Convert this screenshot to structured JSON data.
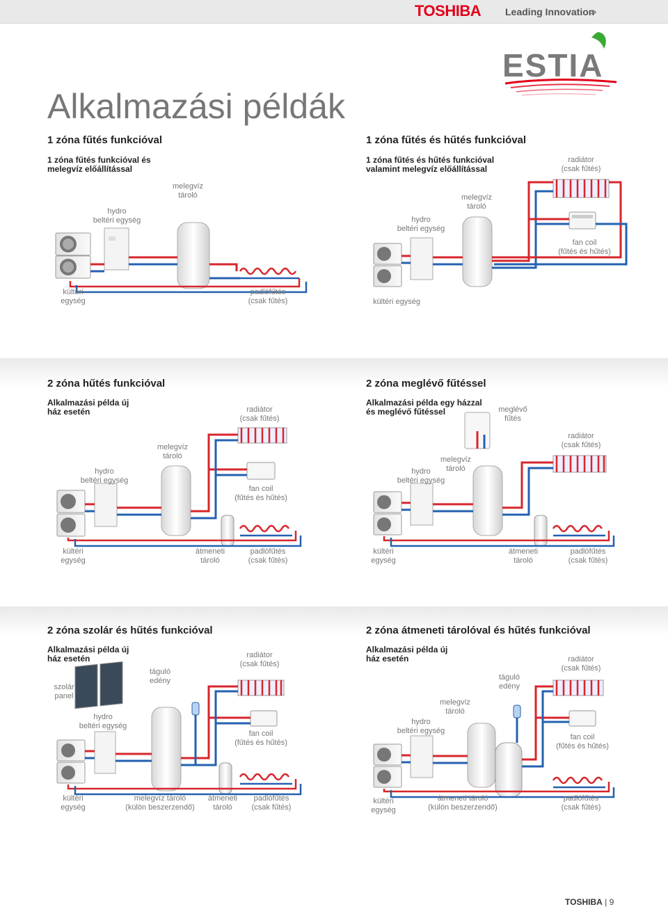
{
  "header": {
    "brand": "TOSHIBA",
    "tagline": "Leading Innovation",
    "chevrons": "»"
  },
  "logo": {
    "text": "ESTIA",
    "leaf_color": "#3aa935",
    "swoosh_color": "#e2001a"
  },
  "page_title": "Alkalmazási példák",
  "colors": {
    "hot_pipe": "#d7262c",
    "cold_pipe": "#2361b0",
    "brand_red": "#e2001a"
  },
  "sections": {
    "s1": {
      "left": {
        "title": "1 zóna fűtés funkcióval",
        "subtitle": "1 zóna fűtés funkcióval és\nmelegvíz előállítással",
        "labels": {
          "hydro": "hydro\nbeltéri egység",
          "tank": "melegvíz\ntároló",
          "outdoor": "kültéri\negység",
          "floor": "padlófűtés\n(csak fűtés)"
        }
      },
      "right": {
        "title": "1 zóna fűtés és hűtés funkcióval",
        "subtitle": "1 zóna fűtés és hűtés funkcióval\nvalamint melegvíz előállítással",
        "labels": {
          "radiator": "radiátor\n(csak fűtés)",
          "tank": "melegvíz\ntároló",
          "hydro": "hydro\nbeltéri egység",
          "fancoil": "fan coil\n(fűtés és hűtés)",
          "outdoor": "kültéri egység"
        }
      }
    },
    "s2": {
      "left": {
        "title": "2 zóna hűtés funkcióval",
        "subtitle": "Alkalmazási példa új\nház esetén",
        "labels": {
          "radiator": "radiátor\n(csak fűtés)",
          "tank": "melegvíz\ntároló",
          "hydro": "hydro\nbeltéri egység",
          "fancoil": "fan coil\n(fűtés és hűtés)",
          "outdoor": "kültéri\negység",
          "buffer": "átmeneti\ntároló",
          "floor": "padlófűtés\n(csak fűtés)"
        }
      },
      "right": {
        "title": "2 zóna meglévő fűtéssel",
        "subtitle": "Alkalmazási példa egy házzal\nés meglévő fűtéssel",
        "labels": {
          "existing": "meglévő\nfűtés",
          "radiator": "radiátor\n(csak fűtés)",
          "tank": "melegvíz\ntároló",
          "hydro": "hydro\nbeltéri egység",
          "outdoor": "kültéri\negység",
          "buffer": "átmeneti\ntároló",
          "floor": "padlófűtés\n(csak fűtés)"
        }
      }
    },
    "s3": {
      "left": {
        "title": "2 zóna szolár és hűtés funkcióval",
        "subtitle": "Alkalmazási példa új\nház esetén",
        "labels": {
          "solar": "szolár\npanel",
          "expansion": "táguló\nedény",
          "radiator": "radiátor\n(csak fűtés)",
          "hydro": "hydro\nbeltéri egység",
          "fancoil": "fan coil\n(fűtés és hűtés)",
          "outdoor": "kültéri\negység",
          "tank": "melegvíz tároló\n(külön beszerzendő)",
          "buffer": "átmeneti\ntároló",
          "floor": "padlófűtés\n(csak fűtés)"
        }
      },
      "right": {
        "title": "2 zóna átmeneti tárolóval és hűtés funkcióval",
        "subtitle": "Alkalmazási példa új\nház esetén",
        "labels": {
          "radiator": "radiátor\n(csak fűtés)",
          "expansion": "táguló\nedény",
          "tank": "melegvíz\ntároló",
          "hydro": "hydro\nbeltéri egység",
          "fancoil": "fan coil\n(fűtés és hűtés)",
          "outdoor": "kültéri\negység",
          "buffer": "átmeneti tároló\n(külön beszerzendő)",
          "floor": "padlófűtés\n(csak fűtés)"
        }
      }
    }
  },
  "footer": {
    "brand": "TOSHIBA",
    "separator": "|",
    "page": "9"
  }
}
